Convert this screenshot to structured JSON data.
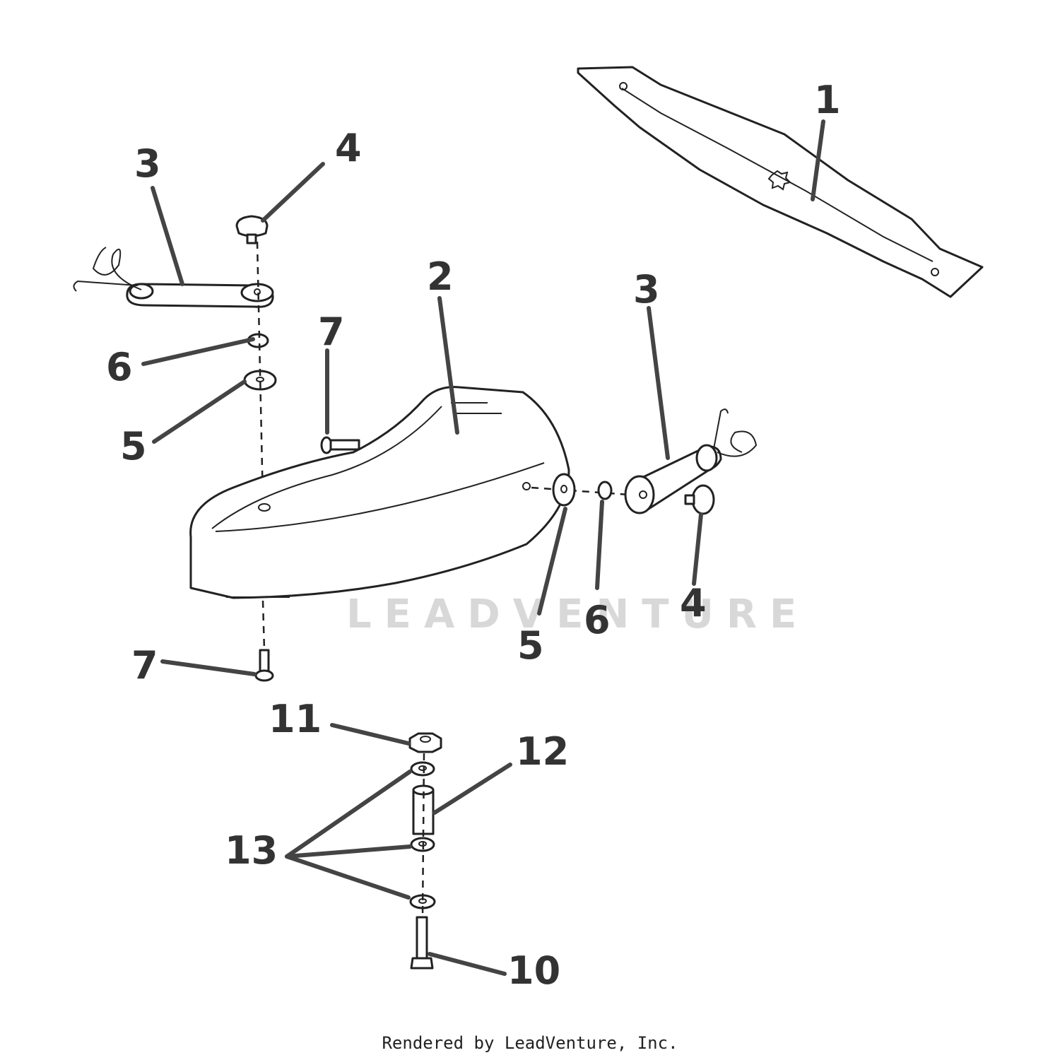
{
  "callouts": {
    "c1": "1",
    "c2": "2",
    "c3a": "3",
    "c3b": "3",
    "c4a": "4",
    "c4b": "4",
    "c5a": "5",
    "c5b": "5",
    "c6a": "6",
    "c6b": "6",
    "c7a": "7",
    "c7b": "7",
    "c10": "10",
    "c11": "11",
    "c12": "12",
    "c13": "13"
  },
  "watermark": "LEADVENTURE",
  "footer": "Rendered by LeadVenture, Inc."
}
